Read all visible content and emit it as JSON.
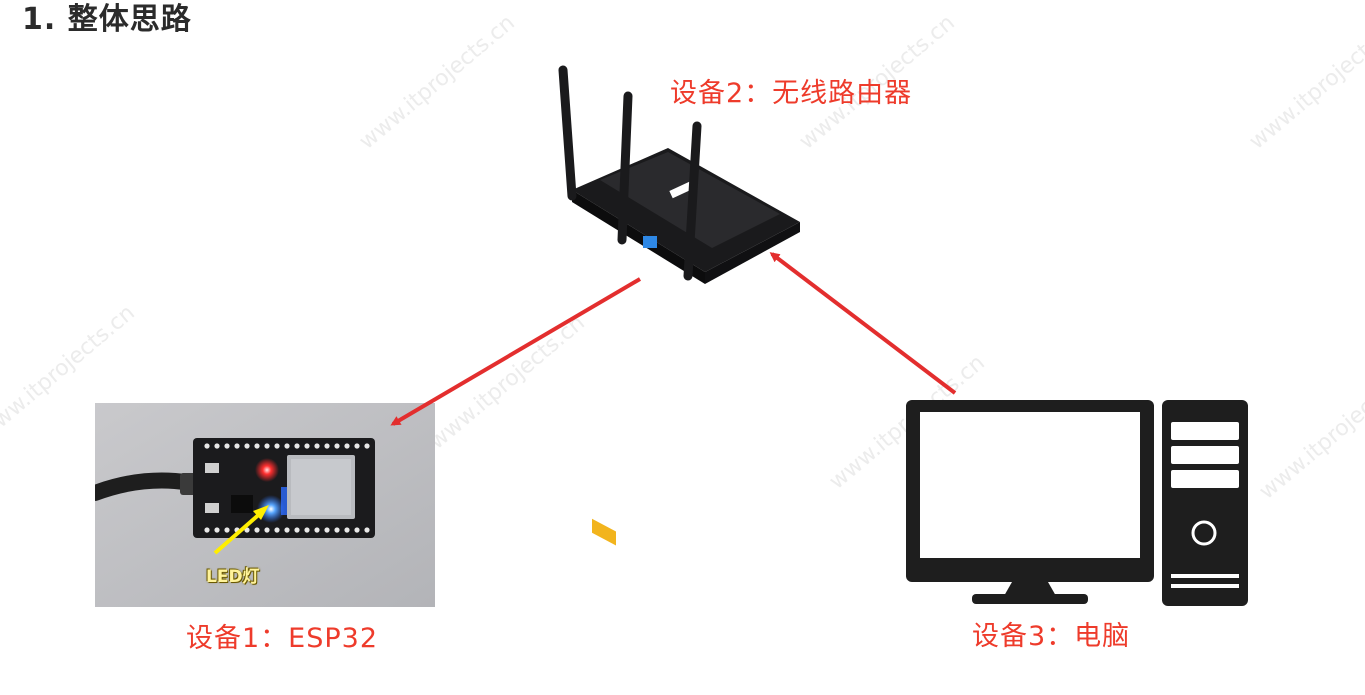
{
  "heading": "1. 整体思路",
  "nodes": {
    "router": {
      "label": "设备2：无线路由器"
    },
    "esp32": {
      "label": "设备1：ESP32",
      "led_label": "LED灯"
    },
    "computer": {
      "label": "设备3：电脑"
    }
  },
  "colors": {
    "arrow": "#e32e2e",
    "label": "#ee3b2b",
    "led_arrow": "#ffee00"
  },
  "watermark": "www.itprojects.cn"
}
